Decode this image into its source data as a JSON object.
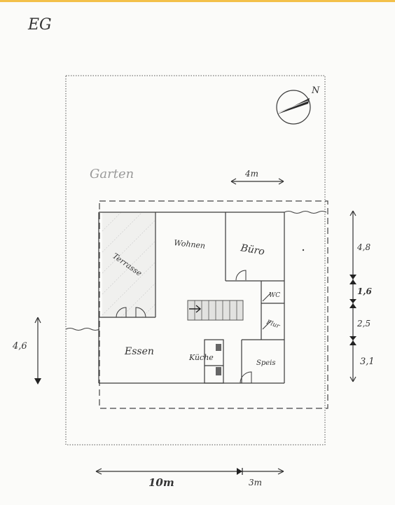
{
  "plan": {
    "title": "EG",
    "north": "N",
    "garden": "Garten",
    "scale_top": "4m",
    "rooms": {
      "terrasse": "Terrasse",
      "wohnen": "Wohnen",
      "buero": "Büro",
      "wc": "WC",
      "flur": "Flur",
      "essen": "Essen",
      "kueche": "Küche",
      "speis": "Speis"
    },
    "dims_right": [
      "4,8",
      "1,6",
      "2,5",
      "3,1"
    ],
    "dim_left": "4,6",
    "dim_bottom_main": "10m",
    "dim_bottom_side": "3m"
  }
}
